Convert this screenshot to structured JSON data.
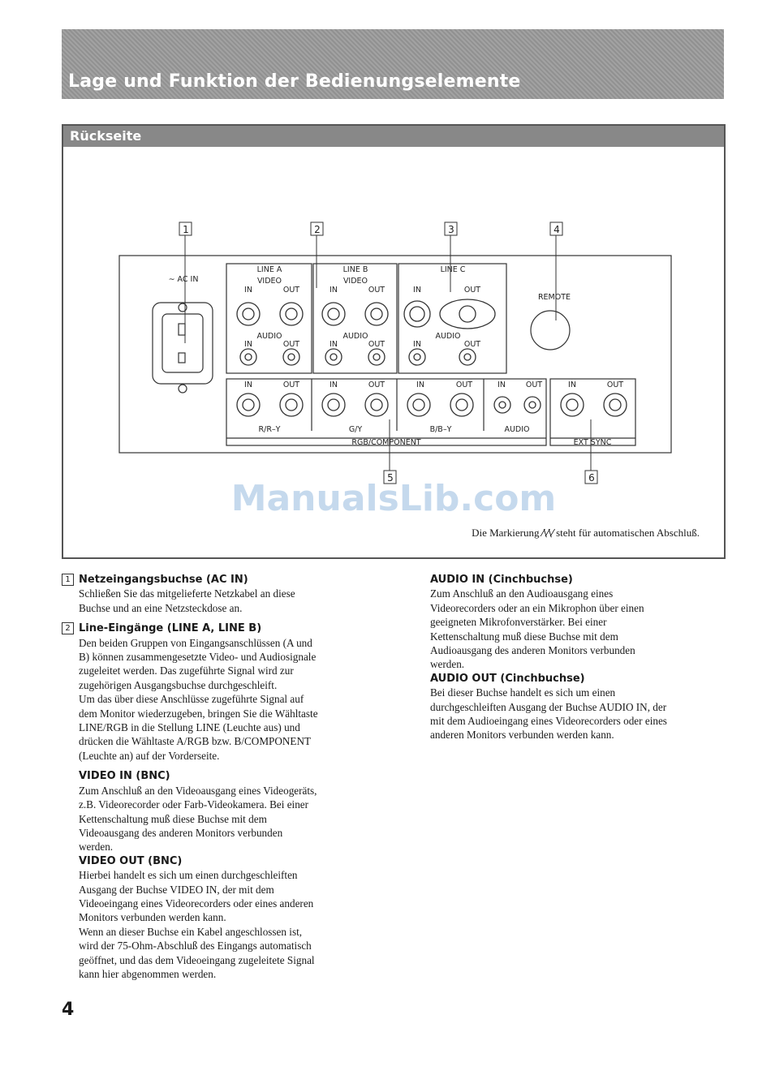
{
  "header": {
    "title": "Lage und Funktion der Bedienungselemente"
  },
  "figure": {
    "heading": "Rückseite",
    "watermark": "ManualsLib.com",
    "caption_before": "Die Markierung",
    "caption_after": "steht für automatischen Abschluß.",
    "callouts": [
      "1",
      "2",
      "3",
      "4",
      "5",
      "6"
    ],
    "labels": {
      "ac_in": "∼ AC IN",
      "line_a": "LINE A",
      "line_b": "LINE B",
      "line_c": "LINE C",
      "video": "VIDEO",
      "audio": "AUDIO",
      "in": "IN",
      "out": "OUT",
      "remote": "REMOTE",
      "r_ry": "R/R–Y",
      "g_y": "G/Y",
      "b_by": "B/B–Y",
      "rgb_component": "RGB/COMPONENT",
      "ext_sync": "EXT SYNC"
    }
  },
  "left_column": {
    "s1": {
      "num": "1",
      "heading": "Netzeingangsbuchse (AC IN)",
      "lines": [
        "Schließen Sie das mitgelieferte Netzkabel an diese",
        "Buchse und an eine Netzsteckdose an."
      ]
    },
    "s2": {
      "num": "2",
      "heading": "Line-Eingänge (LINE A, LINE B)",
      "lines": [
        "Den beiden Gruppen von Eingangsanschlüssen (A und",
        "B) können zusammengesetzte Video- und Audiosignale",
        "zugeleitet werden. Das zugeführte Signal wird zur",
        "zugehörigen Ausgangsbuchse durchgeschleift.",
        "Um das über diese Anschlüsse zugeführte Signal auf",
        "dem Monitor wiederzugeben, bringen Sie die Wähltaste",
        "LINE/RGB in die Stellung LINE (Leuchte aus) und",
        "drücken die Wähltaste A/RGB bzw. B/COMPONENT",
        "(Leuchte an) auf der Vorderseite."
      ]
    },
    "video_in": {
      "heading": "VIDEO IN (BNC)",
      "lines": [
        "Zum Anschluß an den Videoausgang eines Videogeräts,",
        "z.B. Videorecorder oder Farb-Videokamera. Bei einer",
        "Kettenschaltung muß diese Buchse mit dem",
        "Videoausgang des anderen Monitors verbunden",
        "werden."
      ]
    },
    "video_out": {
      "heading": "VIDEO OUT (BNC)",
      "lines": [
        "Hierbei handelt es sich um einen durchgeschleiften",
        "Ausgang der Buchse VIDEO IN, der mit dem",
        "Videoeingang eines Videorecorders oder eines anderen",
        "Monitors verbunden werden kann.",
        "Wenn an dieser Buchse ein Kabel angeschlossen ist,",
        "wird der 75-Ohm-Abschluß des Eingangs automatisch",
        "geöffnet, und das dem Videoeingang zugeleitete Signal",
        "kann hier abgenommen werden."
      ]
    }
  },
  "right_column": {
    "audio_in": {
      "heading": "AUDIO IN (Cinchbuchse)",
      "lines": [
        "Zum Anschluß an den Audioausgang eines",
        "Videorecorders oder an ein Mikrophon über einen",
        "geeigneten Mikrofonverstärker. Bei einer",
        "Kettenschaltung muß diese Buchse mit dem",
        "Audioausgang des anderen Monitors verbunden",
        "werden."
      ]
    },
    "audio_out": {
      "heading": "AUDIO OUT (Cinchbuchse)",
      "lines": [
        "Bei dieser Buchse handelt es sich um einen",
        "durchgeschleiften Ausgang der Buchse AUDIO IN, der",
        "mit dem Audioeingang eines Videorecorders oder eines",
        "anderen Monitors verbunden werden kann."
      ]
    }
  },
  "footer": {
    "page_number": "4"
  }
}
